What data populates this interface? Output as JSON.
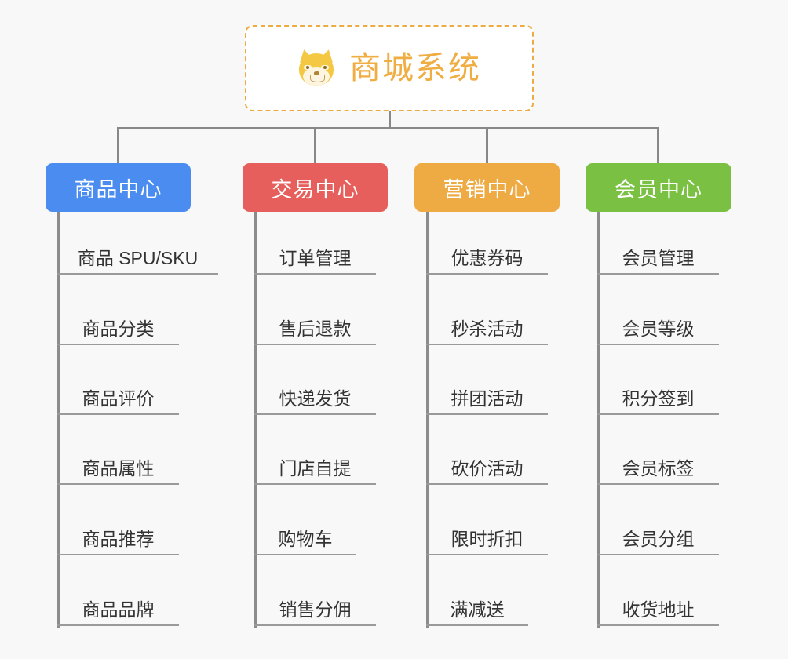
{
  "background_color": "#f8f8f8",
  "root": {
    "icon": "shiba-dog-face-icon",
    "title": "商城系统",
    "title_color": "#f0ad42",
    "border_color": "#eeab43"
  },
  "connector_color": "#888888",
  "columns": [
    {
      "id": "product-center",
      "label": "商品中心",
      "color": "#4a8cf0",
      "items": [
        "商品 SPU/SKU",
        "商品分类",
        "商品评价",
        "商品属性",
        "商品推荐",
        "商品品牌"
      ]
    },
    {
      "id": "trade-center",
      "label": "交易中心",
      "color": "#e65f5c",
      "items": [
        "订单管理",
        "售后退款",
        "快递发货",
        "门店自提",
        "购物车",
        "销售分佣"
      ]
    },
    {
      "id": "marketing-center",
      "label": "营销中心",
      "color": "#eeab43",
      "items": [
        "优惠券码",
        "秒杀活动",
        "拼团活动",
        "砍价活动",
        "限时折扣",
        "满减送"
      ]
    },
    {
      "id": "member-center",
      "label": "会员中心",
      "color": "#7ac143",
      "items": [
        "会员管理",
        "会员等级",
        "积分签到",
        "会员标签",
        "会员分组",
        "收货地址"
      ]
    }
  ]
}
